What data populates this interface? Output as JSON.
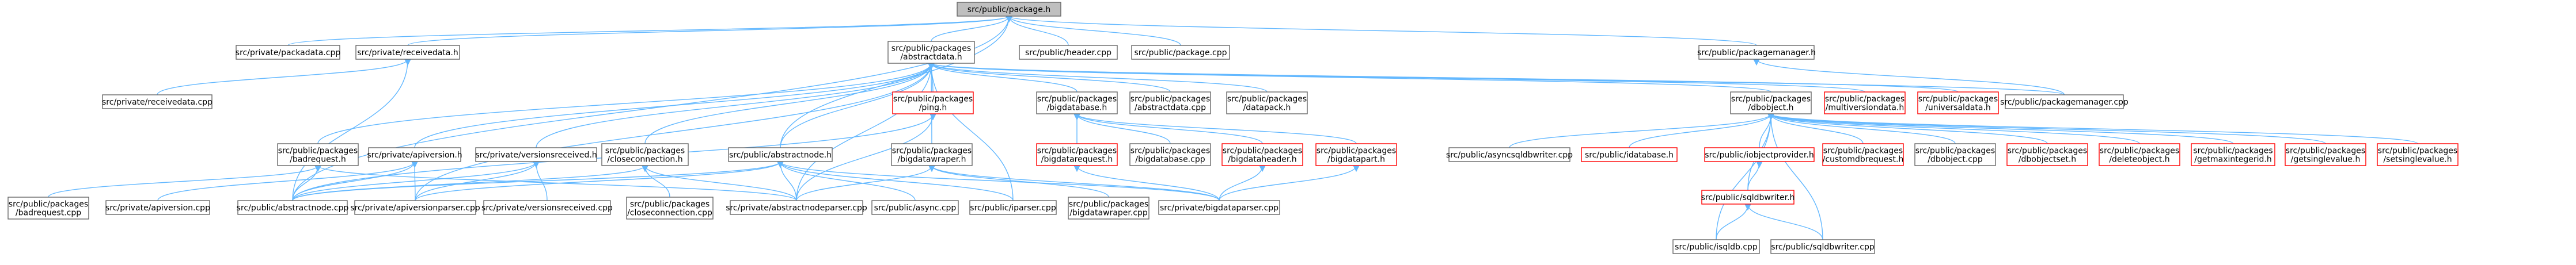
{
  "colors": {
    "root_fill": "#bfbfbf",
    "root_stroke": "#666666",
    "node_fill": "#ffffff",
    "node_stroke": "#666666",
    "missing_stroke": "#ff0000",
    "edge": "#63b8ff",
    "text": "#000000"
  },
  "nodes": [
    {
      "id": "root",
      "lines": [
        "src/public/package.h"
      ],
      "kind": "root"
    },
    {
      "id": "packdata_cpp",
      "lines": [
        "src/private/packadata.cpp"
      ]
    },
    {
      "id": "receivedata_h",
      "lines": [
        "src/private/receivedata.h"
      ]
    },
    {
      "id": "abstractdata_h",
      "lines": [
        "src/public/packages",
        "/abstractdata.h"
      ]
    },
    {
      "id": "header_cpp",
      "lines": [
        "src/public/header.cpp"
      ]
    },
    {
      "id": "package_cpp",
      "lines": [
        "src/public/package.cpp"
      ]
    },
    {
      "id": "packagemanager_h",
      "lines": [
        "src/public/packagemanager.h"
      ]
    },
    {
      "id": "receivedata_cpp",
      "lines": [
        "src/private/receivedata.cpp"
      ]
    },
    {
      "id": "ping_h",
      "lines": [
        "src/public/packages",
        "/ping.h"
      ],
      "kind": "missing"
    },
    {
      "id": "bigdatabase_h",
      "lines": [
        "src/public/packages",
        "/bigdatabase.h"
      ]
    },
    {
      "id": "abstractdata_cpp",
      "lines": [
        "src/public/packages",
        "/abstractdata.cpp"
      ]
    },
    {
      "id": "datapack_h",
      "lines": [
        "src/public/packages",
        "/datapack.h"
      ]
    },
    {
      "id": "dbobject_h",
      "lines": [
        "src/public/packages",
        "/dbobject.h"
      ]
    },
    {
      "id": "multiversiondata_h",
      "lines": [
        "src/public/packages",
        "/multiversiondata.h"
      ],
      "kind": "missing"
    },
    {
      "id": "universaldata_h",
      "lines": [
        "src/public/packages",
        "/universaldata.h"
      ],
      "kind": "missing"
    },
    {
      "id": "packagemanager_cpp",
      "lines": [
        "src/public/packagemanager.cpp"
      ]
    },
    {
      "id": "badrequest_h",
      "lines": [
        "src/public/packages",
        "/badrequest.h"
      ]
    },
    {
      "id": "apiversion_h",
      "lines": [
        "src/private/apiversion.h"
      ]
    },
    {
      "id": "versionsreceived_h",
      "lines": [
        "src/private/versionsreceived.h"
      ]
    },
    {
      "id": "closeconnection_h",
      "lines": [
        "src/public/packages",
        "/closeconnection.h"
      ]
    },
    {
      "id": "abstractnode_h",
      "lines": [
        "src/public/abstractnode.h"
      ]
    },
    {
      "id": "bigdatawraper_h",
      "lines": [
        "src/public/packages",
        "/bigdatawraper.h"
      ]
    },
    {
      "id": "bigdatarequest_h",
      "lines": [
        "src/public/packages",
        "/bigdatarequest.h"
      ],
      "kind": "missing"
    },
    {
      "id": "bigdatabase_cpp",
      "lines": [
        "src/public/packages",
        "/bigdatabase.cpp"
      ]
    },
    {
      "id": "bigdataheader_h",
      "lines": [
        "src/public/packages",
        "/bigdataheader.h"
      ],
      "kind": "missing"
    },
    {
      "id": "bigdatapart_h",
      "lines": [
        "src/public/packages",
        "/bigdatapart.h"
      ],
      "kind": "missing"
    },
    {
      "id": "asyncsqldbwriter_cpp",
      "lines": [
        "src/public/asyncsqldbwriter.cpp"
      ]
    },
    {
      "id": "idatabase_h",
      "lines": [
        "src/public/idatabase.h"
      ],
      "kind": "missing"
    },
    {
      "id": "iobjectprovider_h",
      "lines": [
        "src/public/iobjectprovider.h"
      ],
      "kind": "missing"
    },
    {
      "id": "customdbrequest_h",
      "lines": [
        "src/public/packages",
        "/customdbrequest.h"
      ],
      "kind": "missing"
    },
    {
      "id": "dbobject_cpp",
      "lines": [
        "src/public/packages",
        "/dbobject.cpp"
      ]
    },
    {
      "id": "dbobjectset_h",
      "lines": [
        "src/public/packages",
        "/dbobjectset.h"
      ],
      "kind": "missing"
    },
    {
      "id": "deleteobject_h",
      "lines": [
        "src/public/packages",
        "/deleteobject.h"
      ],
      "kind": "missing"
    },
    {
      "id": "getmaxintegerid_h",
      "lines": [
        "src/public/packages",
        "/getmaxintegerid.h"
      ],
      "kind": "missing"
    },
    {
      "id": "getsinglevalue_h",
      "lines": [
        "src/public/packages",
        "/getsinglevalue.h"
      ],
      "kind": "missing"
    },
    {
      "id": "setsinglevalue_h",
      "lines": [
        "src/public/packages",
        "/setsinglevalue.h"
      ],
      "kind": "missing"
    },
    {
      "id": "badrequest_cpp",
      "lines": [
        "src/public/packages",
        "/badrequest.cpp"
      ]
    },
    {
      "id": "apiversion_cpp",
      "lines": [
        "src/private/apiversion.cpp"
      ]
    },
    {
      "id": "abstractnode_cpp",
      "lines": [
        "src/public/abstractnode.cpp"
      ]
    },
    {
      "id": "apiversionparser_cpp",
      "lines": [
        "src/private/apiversionparser.cpp"
      ]
    },
    {
      "id": "versionsreceived_cpp",
      "lines": [
        "src/private/versionsreceived.cpp"
      ]
    },
    {
      "id": "closeconnection_cpp",
      "lines": [
        "src/public/packages",
        "/closeconnection.cpp"
      ]
    },
    {
      "id": "abstractnodeparser_cpp",
      "lines": [
        "src/private/abstractnodeparser.cpp"
      ]
    },
    {
      "id": "async_cpp",
      "lines": [
        "src/public/async.cpp"
      ]
    },
    {
      "id": "iparser_cpp",
      "lines": [
        "src/public/iparser.cpp"
      ]
    },
    {
      "id": "bigdatawraper_cpp",
      "lines": [
        "src/public/packages",
        "/bigdatawraper.cpp"
      ]
    },
    {
      "id": "bigdataparser_cpp",
      "lines": [
        "src/private/bigdataparser.cpp"
      ]
    },
    {
      "id": "sqldbwriter_h",
      "lines": [
        "src/public/sqldbwriter.h"
      ],
      "kind": "missing"
    },
    {
      "id": "isqldb_cpp",
      "lines": [
        "src/public/isqldb.cpp"
      ]
    },
    {
      "id": "sqldbwriter_cpp",
      "lines": [
        "src/public/sqldbwriter.cpp"
      ]
    }
  ],
  "edges": [
    [
      "root",
      "packdata_cpp"
    ],
    [
      "root",
      "receivedata_h"
    ],
    [
      "root",
      "abstractdata_h"
    ],
    [
      "root",
      "header_cpp"
    ],
    [
      "root",
      "package_cpp"
    ],
    [
      "root",
      "packagemanager_h"
    ],
    [
      "root",
      "abstractnode_h"
    ],
    [
      "root",
      "abstractnode_cpp"
    ],
    [
      "receivedata_h",
      "receivedata_cpp"
    ],
    [
      "receivedata_h",
      "abstractnode_cpp"
    ],
    [
      "packagemanager_h",
      "packagemanager_cpp"
    ],
    [
      "abstractdata_h",
      "ping_h"
    ],
    [
      "abstractdata_h",
      "bigdatabase_h"
    ],
    [
      "abstractdata_h",
      "abstractdata_cpp"
    ],
    [
      "abstractdata_h",
      "datapack_h"
    ],
    [
      "abstractdata_h",
      "dbobject_h"
    ],
    [
      "abstractdata_h",
      "multiversiondata_h"
    ],
    [
      "abstractdata_h",
      "universaldata_h"
    ],
    [
      "abstractdata_h",
      "packagemanager_cpp"
    ],
    [
      "abstractdata_h",
      "badrequest_h"
    ],
    [
      "abstractdata_h",
      "apiversion_h"
    ],
    [
      "abstractdata_h",
      "versionsreceived_h"
    ],
    [
      "abstractdata_h",
      "closeconnection_h"
    ],
    [
      "abstractdata_h",
      "abstractnode_h"
    ],
    [
      "abstractdata_h",
      "bigdatawraper_h"
    ],
    [
      "abstractdata_h",
      "iparser_cpp"
    ],
    [
      "abstractdata_h",
      "abstractnodeparser_cpp"
    ],
    [
      "abstractdata_h",
      "apiversionparser_cpp"
    ],
    [
      "ping_h",
      "abstractnode_cpp"
    ],
    [
      "ping_h",
      "abstractnodeparser_cpp"
    ],
    [
      "bigdatabase_h",
      "bigdatarequest_h"
    ],
    [
      "bigdatabase_h",
      "bigdatabase_cpp"
    ],
    [
      "bigdatabase_h",
      "bigdataheader_h"
    ],
    [
      "bigdatabase_h",
      "bigdatapart_h"
    ],
    [
      "bigdatarequest_h",
      "bigdataparser_cpp"
    ],
    [
      "bigdataheader_h",
      "bigdataparser_cpp"
    ],
    [
      "bigdatapart_h",
      "bigdataparser_cpp"
    ],
    [
      "dbobject_h",
      "asyncsqldbwriter_cpp"
    ],
    [
      "dbobject_h",
      "idatabase_h"
    ],
    [
      "dbobject_h",
      "iobjectprovider_h"
    ],
    [
      "dbobject_h",
      "customdbrequest_h"
    ],
    [
      "dbobject_h",
      "dbobject_cpp"
    ],
    [
      "dbobject_h",
      "dbobjectset_h"
    ],
    [
      "dbobject_h",
      "deleteobject_h"
    ],
    [
      "dbobject_h",
      "getmaxintegerid_h"
    ],
    [
      "dbobject_h",
      "getsinglevalue_h"
    ],
    [
      "dbobject_h",
      "setsinglevalue_h"
    ],
    [
      "dbobject_h",
      "sqldbwriter_h"
    ],
    [
      "dbobject_h",
      "isqldb_cpp"
    ],
    [
      "dbobject_h",
      "sqldbwriter_cpp"
    ],
    [
      "iobjectprovider_h",
      "sqldbwriter_h"
    ],
    [
      "sqldbwriter_h",
      "isqldb_cpp"
    ],
    [
      "sqldbwriter_h",
      "sqldbwriter_cpp"
    ],
    [
      "badrequest_h",
      "badrequest_cpp"
    ],
    [
      "badrequest_h",
      "abstractnode_cpp"
    ],
    [
      "badrequest_h",
      "abstractnodeparser_cpp"
    ],
    [
      "apiversion_h",
      "apiversion_cpp"
    ],
    [
      "apiversion_h",
      "abstractnode_cpp"
    ],
    [
      "apiversion_h",
      "apiversionparser_cpp"
    ],
    [
      "versionsreceived_h",
      "versionsreceived_cpp"
    ],
    [
      "versionsreceived_h",
      "abstractnode_cpp"
    ],
    [
      "versionsreceived_h",
      "apiversionparser_cpp"
    ],
    [
      "closeconnection_h",
      "closeconnection_cpp"
    ],
    [
      "closeconnection_h",
      "abstractnode_cpp"
    ],
    [
      "closeconnection_h",
      "abstractnodeparser_cpp"
    ],
    [
      "abstractnode_h",
      "abstractnode_cpp"
    ],
    [
      "abstractnode_h",
      "abstractnodeparser_cpp"
    ],
    [
      "abstractnode_h",
      "async_cpp"
    ],
    [
      "abstractnode_h",
      "iparser_cpp"
    ],
    [
      "abstractnode_h",
      "bigdataparser_cpp"
    ],
    [
      "abstractnode_h",
      "apiversionparser_cpp"
    ],
    [
      "bigdatawraper_h",
      "bigdatawraper_cpp"
    ],
    [
      "bigdatawraper_h",
      "bigdataparser_cpp"
    ],
    [
      "bigdatawraper_h",
      "abstractnodeparser_cpp"
    ]
  ]
}
